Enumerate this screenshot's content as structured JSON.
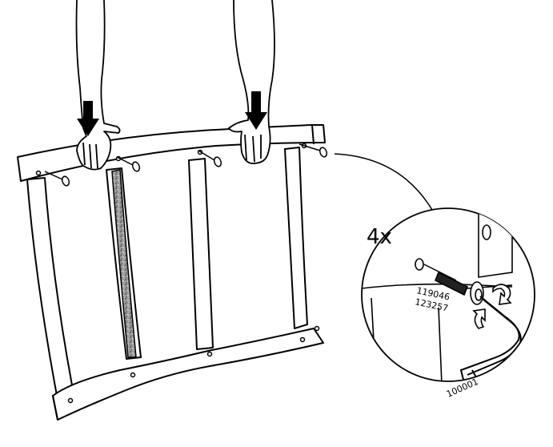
{
  "callout": {
    "quantity": "4x",
    "bolt_part_number": "119046",
    "washer_part_number": "123257",
    "hex_key_part_number": "100001"
  },
  "icons": [
    "down-arrow-icon",
    "rotate-clockwise-icon",
    "hex-key-icon",
    "bolt-icon"
  ],
  "colors": {
    "line": "#000000",
    "background": "#ffffff",
    "insert_texture": "#8a8a8a"
  }
}
